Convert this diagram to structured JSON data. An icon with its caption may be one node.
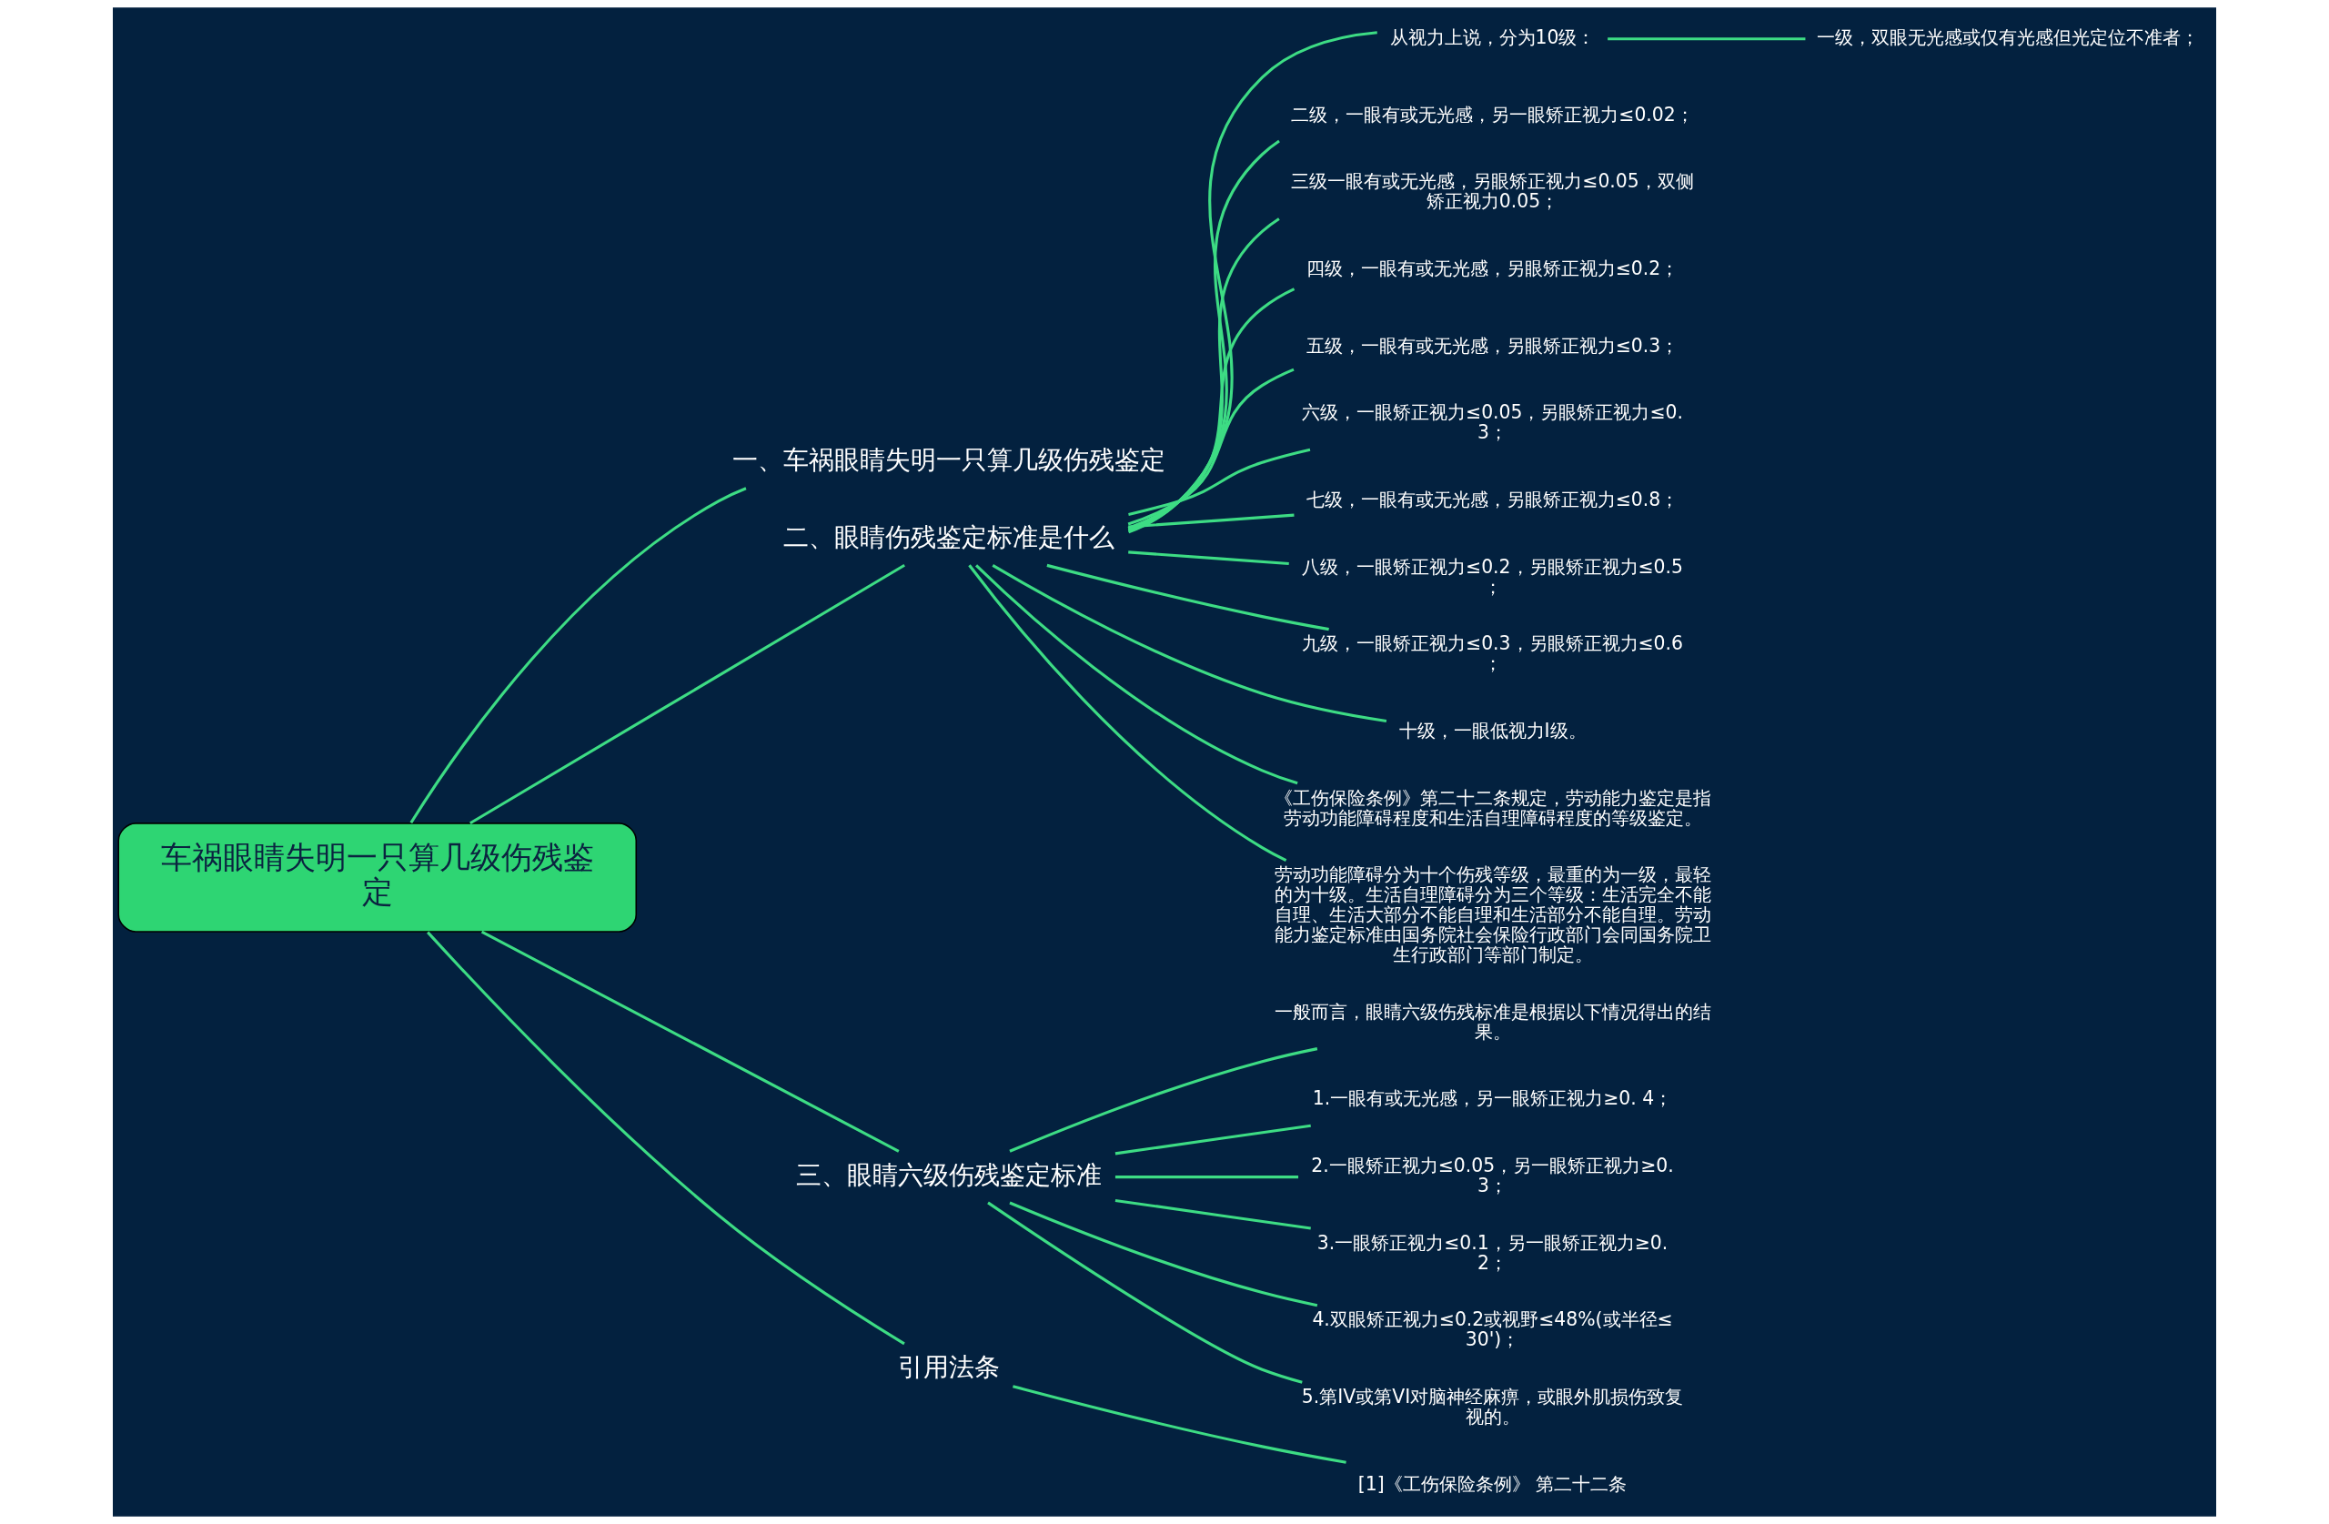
{
  "diagram": {
    "nodes": [
      {
        "text": [
          "车祸眼睛失明一只算几级伤残鉴定"
        ]
      },
      {
        "text": [
          "一、车祸眼睛失明一只算几级伤残鉴定"
        ]
      },
      {
        "text": [
          "二、眼睛伤残鉴定标准是什么"
        ]
      },
      {
        "text": [
          "从视力上说，分为10级："
        ]
      },
      {
        "text": [
          "一级，双眼无光感或仅有光感但光定位不准者；"
        ]
      },
      {
        "text": [
          "二级，一眼有或无光感，另一眼矫正视力≤0.02；"
        ]
      },
      {
        "text": [
          "三级一眼有或无光感，另眼矫正视力≤0.05，双侧矫正视力0.05；"
        ]
      },
      {
        "text": [
          "四级，一眼有或无光感，另眼矫正视力≤0.2；"
        ]
      },
      {
        "text": [
          "五级，一眼有或无光感，另眼矫正视力≤0.3；"
        ]
      },
      {
        "text": [
          "六级，一眼矫正视力≤0.05，另眼矫正视力≤0.3；"
        ]
      },
      {
        "text": [
          "七级，一眼有或无光感，另眼矫正视力≤0.8；"
        ]
      },
      {
        "text": [
          "八级，一眼矫正视力≤0.2，另眼矫正视力≤0.5；"
        ]
      },
      {
        "text": [
          "九级，一眼矫正视力≤0.3，另眼矫正视力≤0.6；"
        ]
      },
      {
        "text": [
          "十级，一眼低视力I级。"
        ]
      },
      {
        "text": [
          "《工伤保险条例》第二十二条规定，劳动能力鉴定是指劳动功能障碍程度和生活自理障碍程度的等级鉴定。"
        ]
      },
      {
        "text": [
          "劳动功能障碍分为十个伤残等级，最重的为一级，最轻的为十级。生活自理障碍分为三个等级：生活完全不能自理、生活大部分不能自理和生活部分不能自理。劳动能力鉴定标准由国务院社会保险行政部门会同国务院卫生行政部门等部门制定。"
        ]
      },
      {
        "text": [
          "三、眼睛六级伤残鉴定标准"
        ]
      },
      {
        "text": [
          "一般而言，眼睛六级伤残标准是根据以下情况得出的结果。"
        ]
      },
      {
        "text": [
          "1.一眼有或无光感，另一眼矫正视力≥0. 4；"
        ]
      },
      {
        "text": [
          "2.一眼矫正视力≤0.05，另一眼矫正视力≥0. 3；"
        ]
      },
      {
        "text": [
          "3.一眼矫正视力≤0.1，另一眼矫正视力≥0. 2；"
        ]
      },
      {
        "text": [
          "4.双眼矫正视力≤0.2或视野≤48%(或半径≤30')；"
        ]
      },
      {
        "text": [
          "5.第IV或第VI对脑神经麻痹，或眼外肌损伤致复视的。"
        ]
      },
      {
        "text": [
          "引用法条"
        ]
      },
      {
        "text": [
          "[1]《工伤保险条例》 第二十二条"
        ]
      }
    ],
    "edges": [
      {
        "from": 0,
        "to": 1,
        "arrow": "none"
      },
      {
        "from": 0,
        "to": 2,
        "arrow": "none"
      },
      {
        "from": 2,
        "to": 3,
        "arrow": "none"
      },
      {
        "from": 3,
        "to": 4,
        "arrow": "none"
      },
      {
        "from": 2,
        "to": 5,
        "arrow": "none"
      },
      {
        "from": 2,
        "to": 6,
        "arrow": "none"
      },
      {
        "from": 2,
        "to": 7,
        "arrow": "none"
      },
      {
        "from": 2,
        "to": 8,
        "arrow": "none"
      },
      {
        "from": 2,
        "to": 9,
        "arrow": "none"
      },
      {
        "from": 2,
        "to": 10,
        "arrow": "none"
      },
      {
        "from": 2,
        "to": 11,
        "arrow": "none"
      },
      {
        "from": 2,
        "to": 12,
        "arrow": "none"
      },
      {
        "from": 2,
        "to": 13,
        "arrow": "none"
      },
      {
        "from": 2,
        "to": 14,
        "arrow": "none"
      },
      {
        "from": 2,
        "to": 15,
        "arrow": "none"
      },
      {
        "from": 0,
        "to": 16,
        "arrow": "none"
      },
      {
        "from": 16,
        "to": 17,
        "arrow": "none"
      },
      {
        "from": 16,
        "to": 18,
        "arrow": "none"
      },
      {
        "from": 16,
        "to": 19,
        "arrow": "none"
      },
      {
        "from": 16,
        "to": 20,
        "arrow": "none"
      },
      {
        "from": 16,
        "to": 21,
        "arrow": "none"
      },
      {
        "from": 16,
        "to": 22,
        "arrow": "none"
      },
      {
        "from": 0,
        "to": 23,
        "arrow": "none"
      },
      {
        "from": 23,
        "to": 24,
        "arrow": "none"
      }
    ]
  }
}
